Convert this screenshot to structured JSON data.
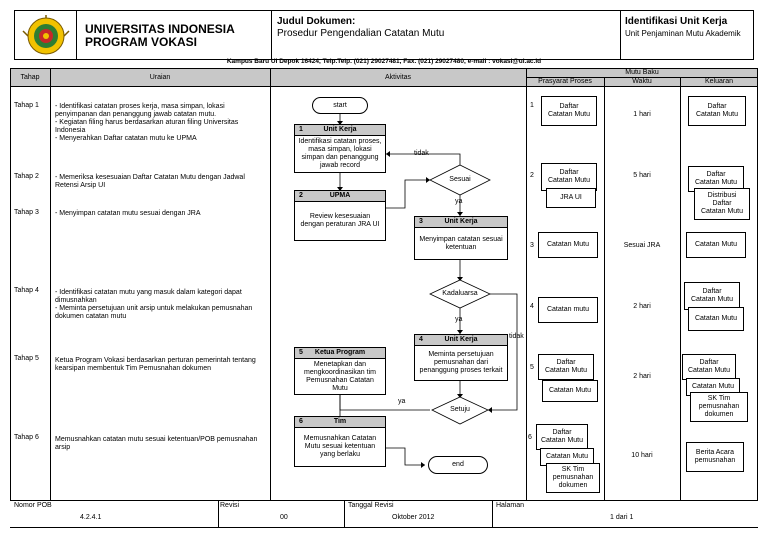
{
  "header": {
    "institution_line1": "UNIVERSITAS INDONESIA",
    "institution_line2": "PROGRAM VOKASI",
    "doc_title_label": "Judul Dokumen:",
    "doc_title_value": "Prosedur Pengendalian Catatan Mutu",
    "unit_label": "Identifikasi Unit Kerja",
    "unit_value": "Unit Penjaminan Mutu Akademik",
    "address": "Kampus Baru UI Depok 16424, Telp.Telp. (021) 29027481, Fax. (021) 29027480, e-mail : vokasi@ui.ac.id"
  },
  "columns": {
    "tahap": "Tahap",
    "uraian": "Uraian",
    "aktivitas": "Aktivitas",
    "mutu_baku": "Mutu Baku",
    "prasyarat": "Prasyarat Proses",
    "waktu": "Waktu",
    "keluaran": "Keluaran"
  },
  "steps": [
    {
      "tahap": "Tahap 1",
      "uraian": "-  Identifikasi catatan proses kerja, masa simpan, lokasi\npenyimpanan dan penanggung jawab catatan mutu.\n-  Kegiatan filing harus berdasarkan aturan filing Universitas\nIndonesia\n- Menyerahkan Daftar catatan mutu ke UPMA"
    },
    {
      "tahap": "Tahap 2",
      "uraian": "- Memeriksa kesesuaian Daftar Catatan Mutu dengan Jadwal\nRetensi Arsip UI"
    },
    {
      "tahap": "Tahap 3",
      "uraian": "- Menyimpan catatan mutu sesuai dengan JRA"
    },
    {
      "tahap": "Tahap 4",
      "uraian": "- Identifikasi catatan mutu yang masuk dalam kategori dapat\ndimusnahkan\n- Meminta persetujuan unit arsip untuk melakukan pemusnahan\ndokumen catatan mutu"
    },
    {
      "tahap": "Tahap 5",
      "uraian": "Ketua Program Vokasi berdasarkan perturan pemerintah tentang\nkearsipan membentuk Tim Pemusnahan dokumen"
    },
    {
      "tahap": "Tahap 6",
      "uraian": "Memusnahkan catatan mutu sesuai ketentuan/POB pemusnahan\narsip"
    }
  ],
  "flow": {
    "start": "start",
    "end": "end",
    "box1_num": "1",
    "box1_title": "Unit Kerja",
    "box1_text": "Identifikasi catatan proses,\nmasa simpan, lokasi\nsimpan dan penanggung\njawab record",
    "box2_num": "2",
    "box2_title": "UPMA",
    "box2_text": "Review kesesuaian\ndengan peraturan JRA UI",
    "box3_num": "3",
    "box3_title": "Unit Kerja",
    "box3_text": "Menyimpan catatan sesuai\nketentuan",
    "box4_num": "4",
    "box4_title": "Unit Kerja",
    "box4_text": "Meminta persetujuan\npemusnahan dari\npenanggung proses terkait",
    "box5_num": "5",
    "box5_title": "Ketua Program",
    "box5_text": "Menetapkan dan\nmengkoordinasikan tim\nPemusnahan Catatan\nMutu",
    "box6_num": "6",
    "box6_title": "Tim",
    "box6_text": "Memusnahkan Catatan\nMutu sesuai ketentuan\nyang berlaku",
    "dec_sesuai": "Sesuai",
    "dec_kadaluarsa": "Kadaluarsa",
    "dec_setuju": "Setuju",
    "ya": "ya",
    "tidak": "tidak"
  },
  "mutu": [
    {
      "n": "1",
      "prasyarat": [
        "Daftar\nCatatan Mutu"
      ],
      "waktu": "1 hari",
      "keluaran": [
        "Daftar\nCatatan Mutu"
      ]
    },
    {
      "n": "2",
      "prasyarat": [
        "Daftar\nCatatan Mutu",
        "JRA UI"
      ],
      "waktu": "5 hari",
      "keluaran": [
        "Daftar\nCatatan Mutu",
        "Distribusi\nDaftar\nCatatan Mutu"
      ]
    },
    {
      "n": "3",
      "prasyarat": [
        "Catatan Mutu"
      ],
      "waktu": "Sesuai JRA",
      "keluaran": [
        "Catatan Mutu"
      ]
    },
    {
      "n": "4",
      "prasyarat": [
        "Catatan mutu"
      ],
      "waktu": "2 hari",
      "keluaran": [
        "Daftar\nCatatan Mutu",
        "Catatan Mutu"
      ]
    },
    {
      "n": "5",
      "prasyarat": [
        "Daftar\nCatatan Mutu",
        "Catatan Mutu"
      ],
      "waktu": "2 hari",
      "keluaran": [
        "Daftar\nCatatan Mutu",
        "Catatan Mutu",
        "SK Tim\npemusnahan\ndokumen"
      ]
    },
    {
      "n": "6",
      "prasyarat": [
        "Daftar\nCatatan Mutu",
        "Catatan Mutu",
        "SK Tim\npemusnahan\ndokumen"
      ],
      "waktu": "10 hari",
      "keluaran": [
        "Berita Acara\npemusnahan"
      ]
    }
  ],
  "footer": {
    "nomor_label": "Nomor POB",
    "nomor_value": "4.2.4.1",
    "revisi_label": "Revisi",
    "revisi_value": "00",
    "tanggal_label": "Tanggal Revisi",
    "tanggal_value": "Oktober 2012",
    "halaman_label": "Halaman",
    "halaman_value": "1 dari 1"
  }
}
